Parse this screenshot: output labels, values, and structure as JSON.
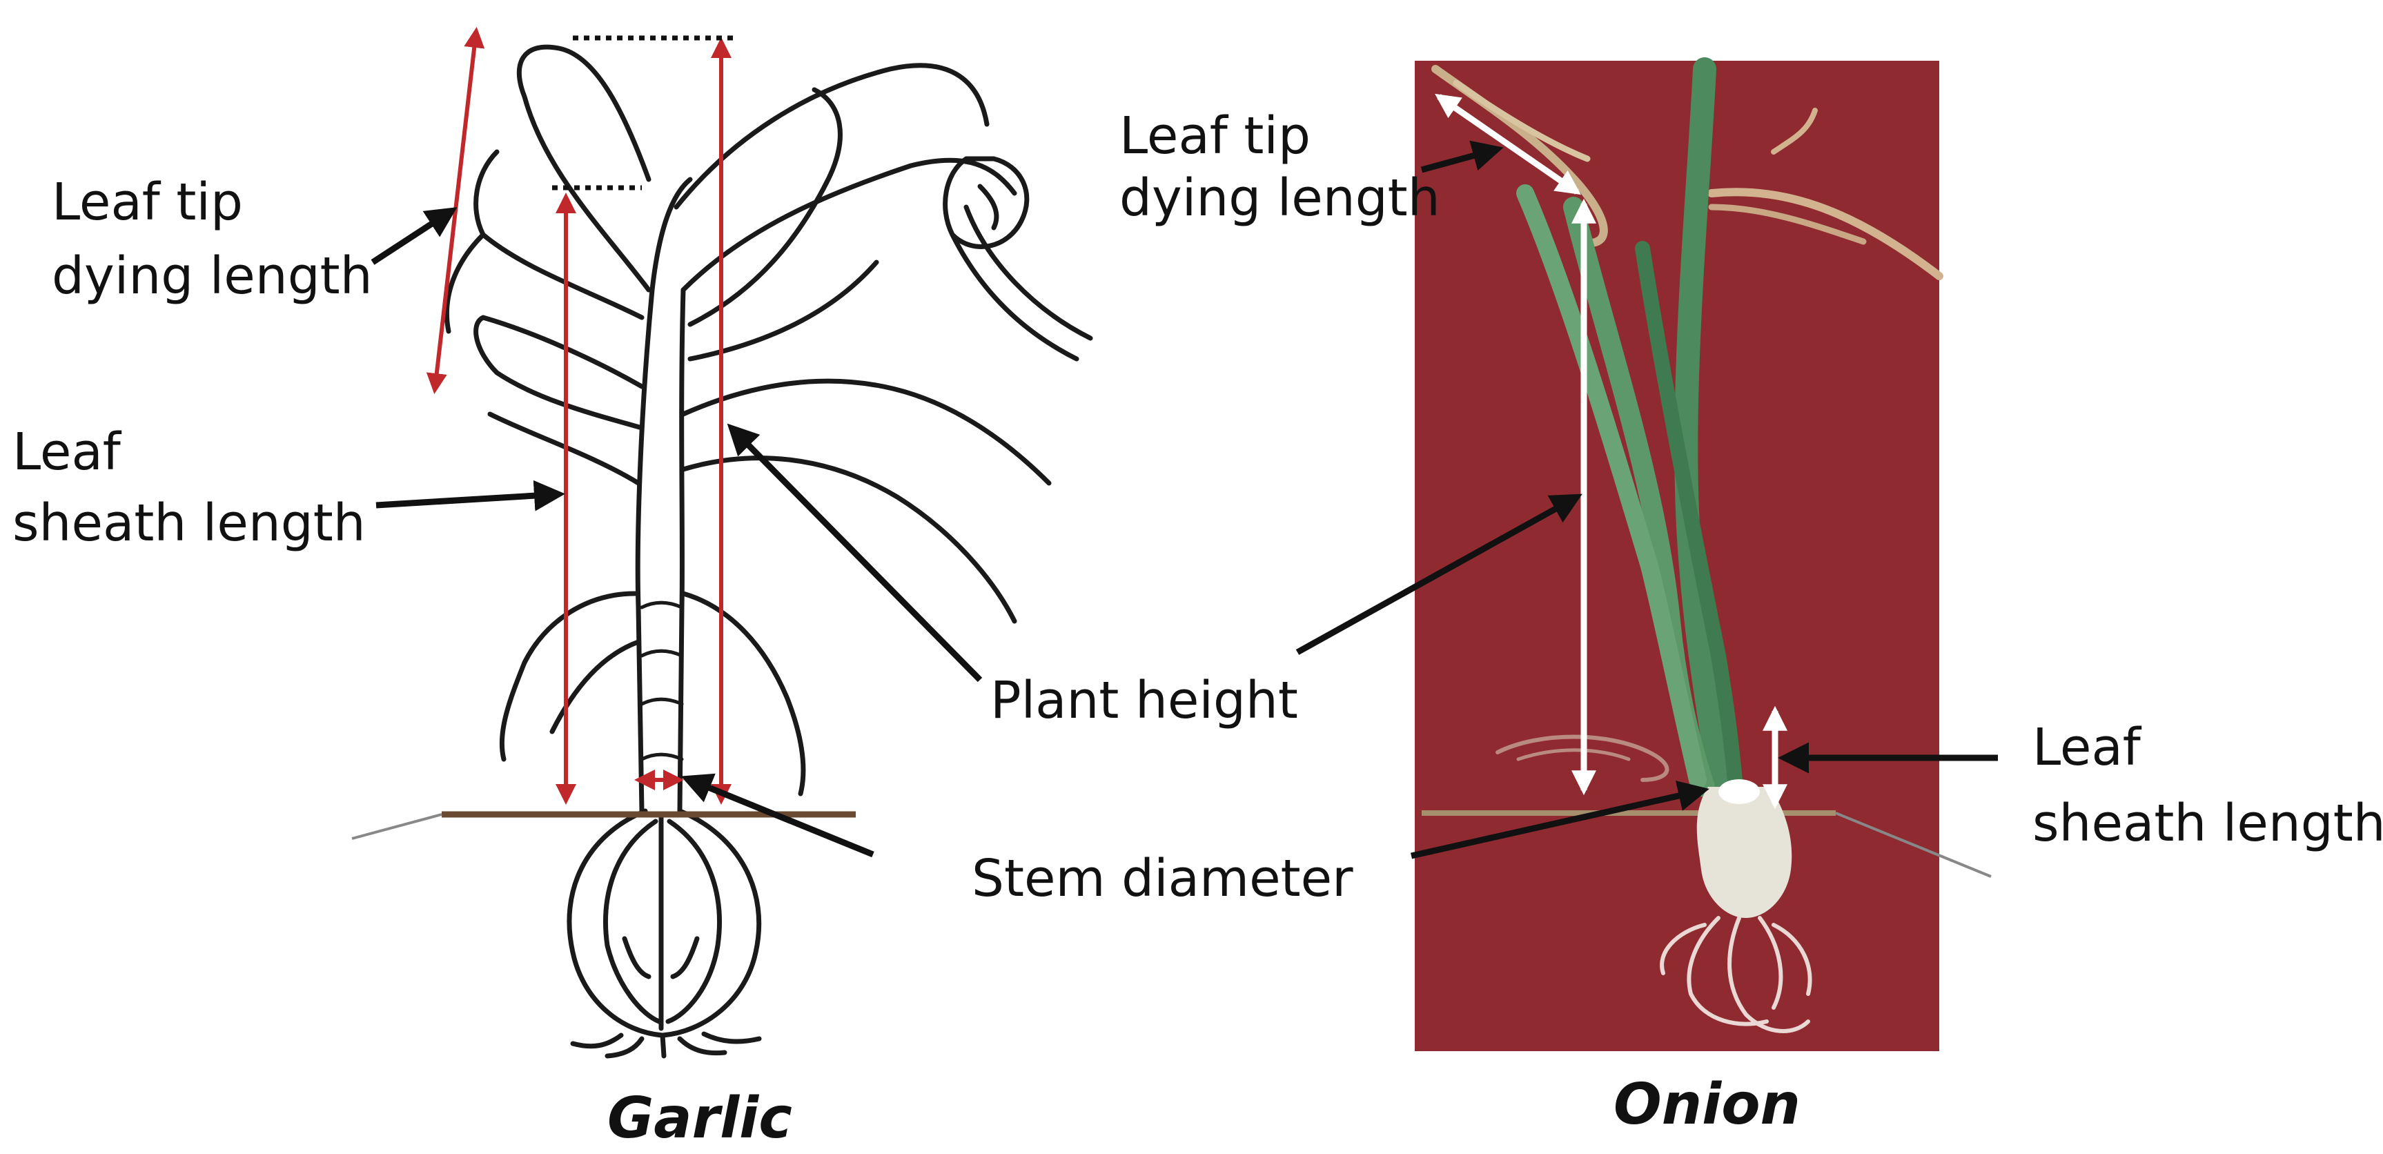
{
  "garlic": {
    "caption": "Garlic",
    "labels": {
      "leaf_tip_line1": "Leaf tip",
      "leaf_tip_line2": "dying length",
      "leaf_sheath_line1": "Leaf",
      "leaf_sheath_line2": "sheath length"
    }
  },
  "onion": {
    "caption": "Onion",
    "labels": {
      "leaf_tip_line1": "Leaf tip",
      "leaf_tip_line2": "dying length",
      "leaf_sheath_line1": "Leaf",
      "leaf_sheath_line2": "sheath length"
    }
  },
  "shared_labels": {
    "plant_height": "Plant height",
    "stem_diameter": "Stem diameter"
  },
  "colors": {
    "measure_red": "#c0282b",
    "photo_background": "#8f2a30",
    "soil_line": "#6b4a32",
    "onion_leaf": "#4d8a5e",
    "arrow": "#111111",
    "white_measure": "#ffffff"
  }
}
